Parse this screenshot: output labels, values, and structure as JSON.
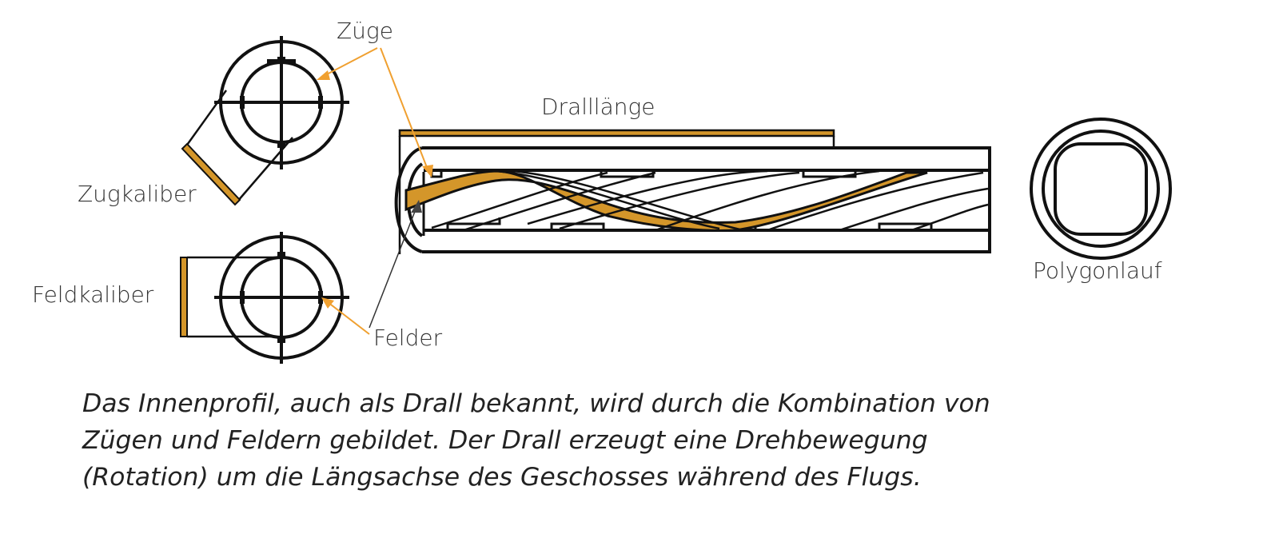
{
  "labels": {
    "zuege": "Züge",
    "zugkaliber": "Zugkaliber",
    "feldkaliber": "Feldkaliber",
    "felder": "Felder",
    "dralllaenge": "Dralllänge",
    "polygonlauf": "Polygonlauf"
  },
  "caption": [
    "Das Innenprofil, auch als Drall bekannt, wird durch die Kombination von",
    "Zügen und Feldern gebildet. Der Drall erzeugt eine Drehbewegung",
    "(Rotation) um die Längsachse des Geschosses während des Flugs."
  ],
  "colors": {
    "accent": "#d4962a",
    "arrow": "#f0a030",
    "line": "#111111"
  }
}
